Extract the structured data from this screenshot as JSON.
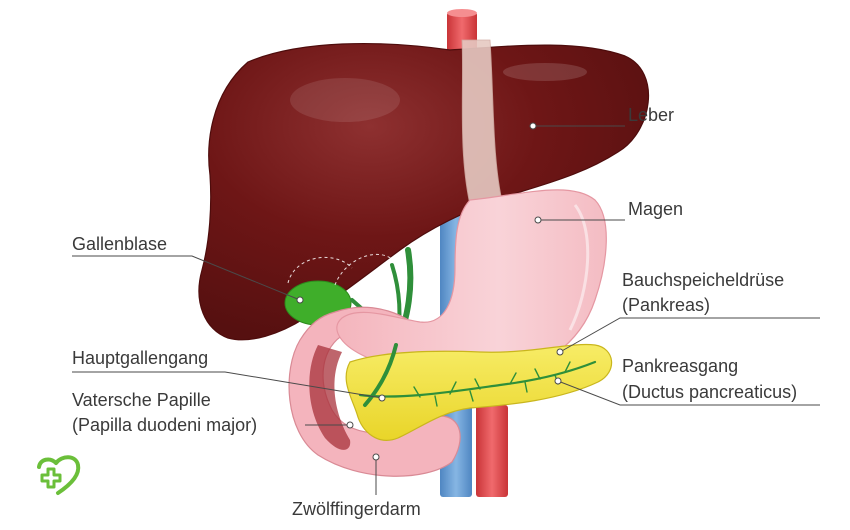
{
  "labels": {
    "liver": "Leber",
    "stomach": "Magen",
    "gallbladder": "Gallenblase",
    "pancreas_line1": "Bauchspeicheldrüse",
    "pancreas_line2": "(Pankreas)",
    "common_bile_duct": "Hauptgallengang",
    "pancreatic_duct_line1": "Pankreasgang",
    "pancreatic_duct_line2": "(Ductus pancreaticus)",
    "papilla_line1": "Vatersche Papille",
    "papilla_line2": "(Papilla duodeni major)",
    "duodenum": "Zwölffingerdarm"
  },
  "logo": {
    "icon": "health-cross-heart-icon",
    "color": "#6bbf3a"
  },
  "colors": {
    "liver": "#6e1616",
    "stomach": "#f6c4c9",
    "gallbladder": "#3fae2a",
    "pancreas": "#f2e23c",
    "vein": "#6fa3d6",
    "artery": "#e0474a",
    "duct": "#2f8f3a"
  }
}
